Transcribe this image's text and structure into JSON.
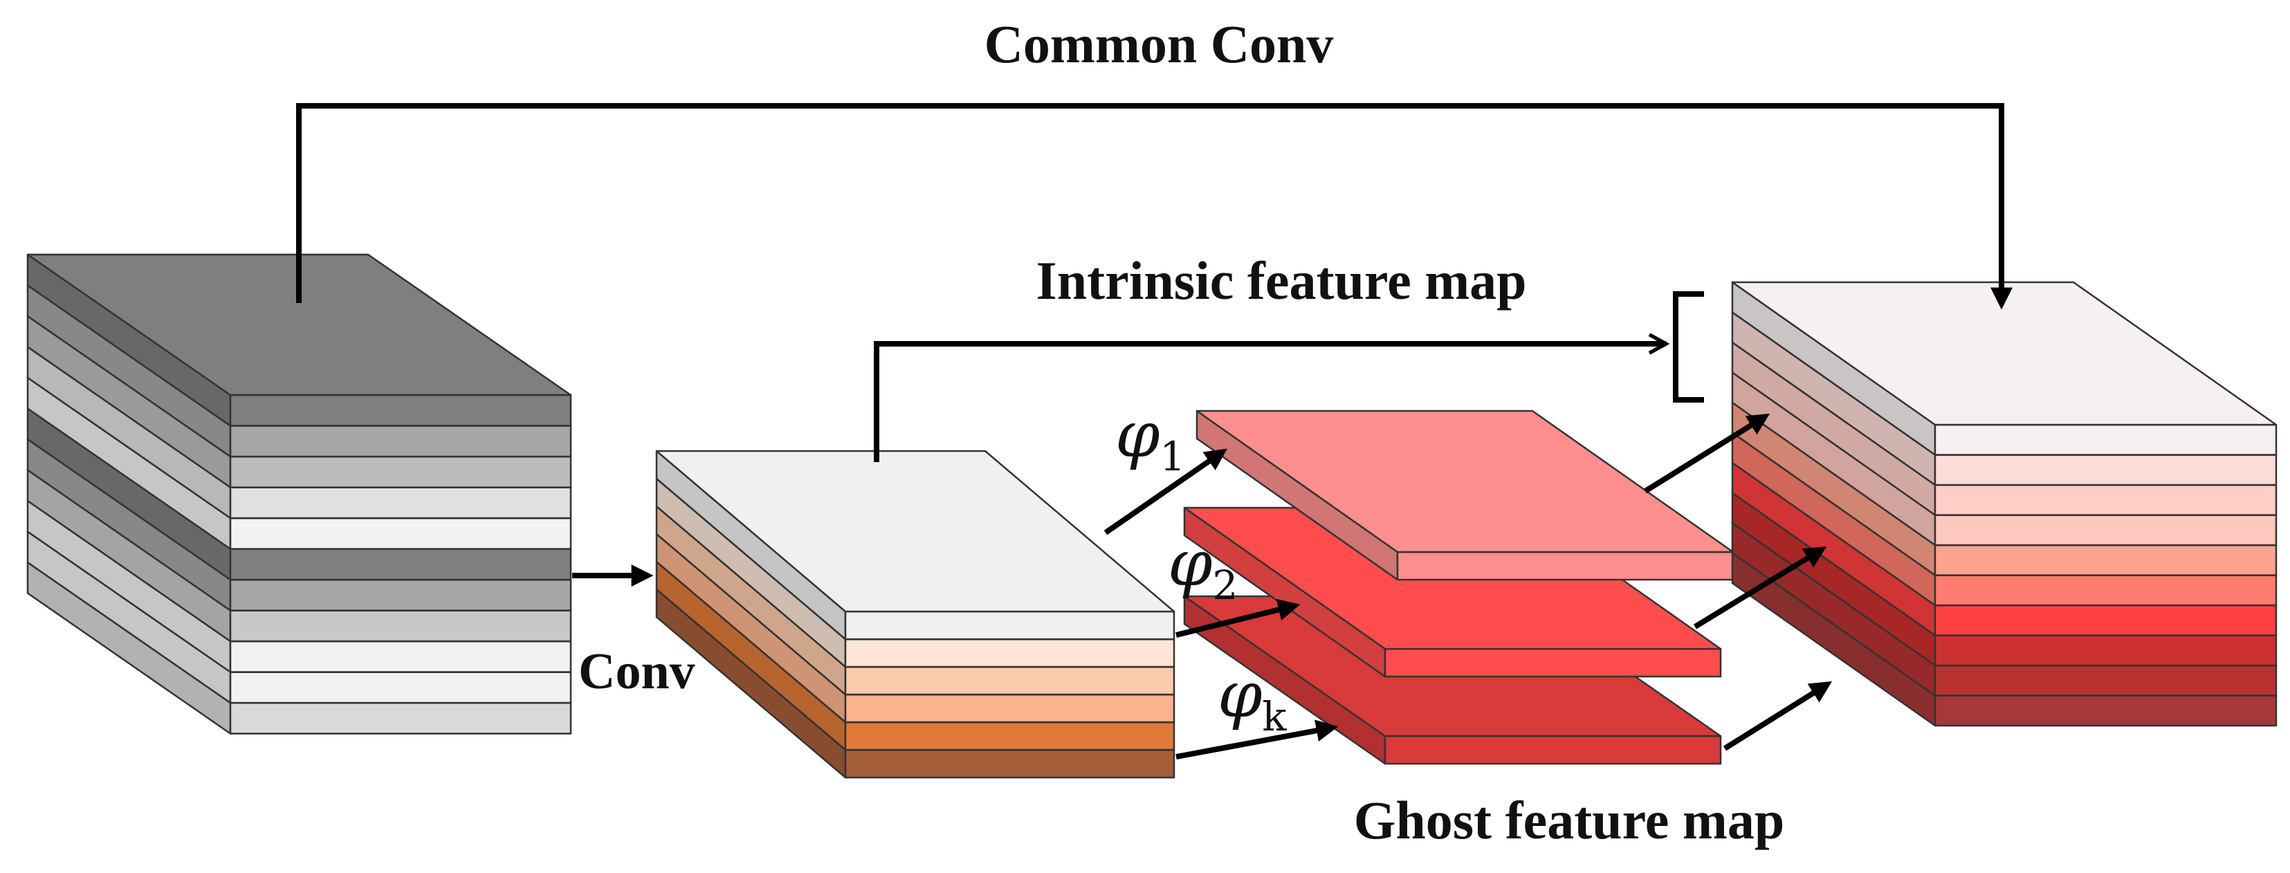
{
  "labels": {
    "common_conv": "Common Conv",
    "intrinsic_feature_map": "Intrinsic feature map",
    "conv": "Conv",
    "ghost_feature_map": "Ghost feature map"
  },
  "ops": {
    "phi_symbol": "φ",
    "phi1_sub": "1",
    "phi2_sub": "2",
    "phik_sub": "k"
  },
  "colors": {
    "input_layers": [
      "#d9d9d9",
      "#f2f2f2",
      "#f2f2f2",
      "#c8c8c8",
      "#a6a6a6",
      "#7f7f7f",
      "#f2f2f2",
      "#e0e0e0",
      "#bcbcbc",
      "#a6a6a6",
      "#7f7f7f"
    ],
    "intrinsic_layers": [
      "#a65e38",
      "#e07a38",
      "#fbb48e",
      "#fccbab",
      "#fde6d8",
      "#f0f0f0"
    ],
    "ghost_layers": [
      "#d93a3a",
      "#ff4d4d",
      "#ff8f8f"
    ],
    "output_layers": [
      "#a63838",
      "#b83232",
      "#cc3030",
      "#ff4040",
      "#ff7c6e",
      "#ffa48c",
      "#ffc8bf",
      "#ffcec7",
      "#fcdcd6",
      "#f6f0f0"
    ],
    "arrow": "#000000"
  }
}
